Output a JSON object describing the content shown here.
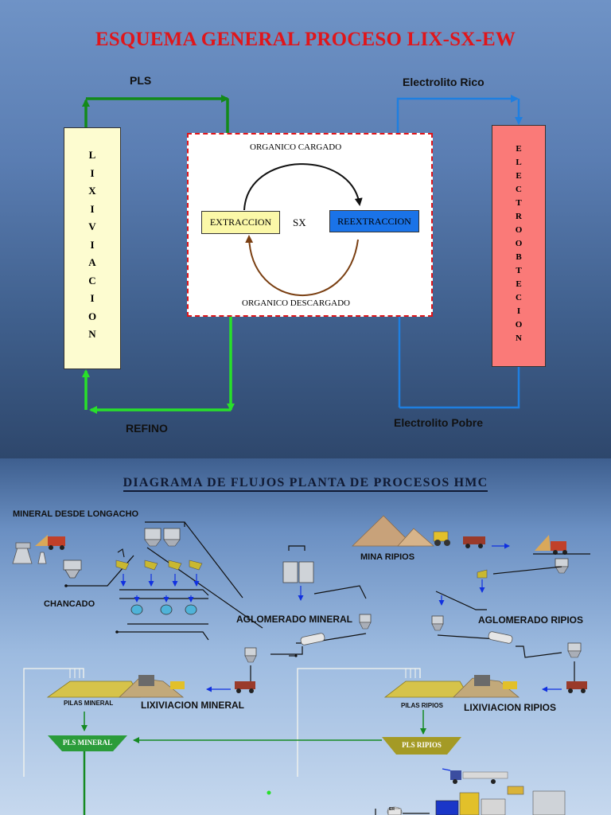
{
  "slide1": {
    "title": "ESQUEMA GENERAL PROCESO LIX-SX-EW",
    "pls_label": "PLS",
    "refino_label": "REFINO",
    "electrolito_rico_label": "Electrolito  Rico",
    "electrolito_pobre_label": "Electrolito Pobre",
    "lixiviacion_letters": [
      "L",
      "I",
      "X",
      "I",
      "V",
      "I",
      "A",
      "C",
      "I",
      "O",
      "N"
    ],
    "electroobtecion_letters": [
      "E",
      "L",
      "E",
      "C",
      "T",
      "R",
      "O",
      "O",
      "B",
      "T",
      "E",
      "C",
      "I",
      "O",
      "N"
    ],
    "sx": {
      "organico_cargado": "ORGANICO CARGADO",
      "organico_descargado": "ORGANICO DESCARGADO",
      "extraccion": "EXTRACCION",
      "reextraccion": "REEXTRACCION",
      "sx_label": "SX"
    },
    "colors": {
      "title": "#e0161b",
      "pls_line": "#138a1a",
      "refino_line": "#28e02a",
      "electrolyte_line": "#1f7fe0",
      "lixiviacion_box": "#fdfcd0",
      "electroobtecion_box": "#fa7a78",
      "extraccion_box": "#fbf8a8",
      "reextraccion_box": "#1a73e8"
    }
  },
  "slide2": {
    "title": "DIAGRAMA DE FLUJOS PLANTA DE PROCESOS HMC",
    "mineral_desde_longacho": "MINERAL DESDE LONGACHO",
    "chancado": "CHANCADO",
    "aglomerado_mineral": "AGLOMERADO MINERAL",
    "mina_ripios": "MINA RIPIOS",
    "aglomerado_ripios": "AGLOMERADO RIPIOS",
    "pilas_mineral": "PILAS MINERAL",
    "lixiviacion_mineral": "LIXIVIACION MINERAL",
    "pilas_ripios": "PILAS RIPIOS",
    "lixiviacion_ripios": "LIXIVIACION RIPIOS",
    "pls_mineral": "PLS MINERAL",
    "pls_ripios": "PLS RIPIOS",
    "er_label": "ER"
  }
}
